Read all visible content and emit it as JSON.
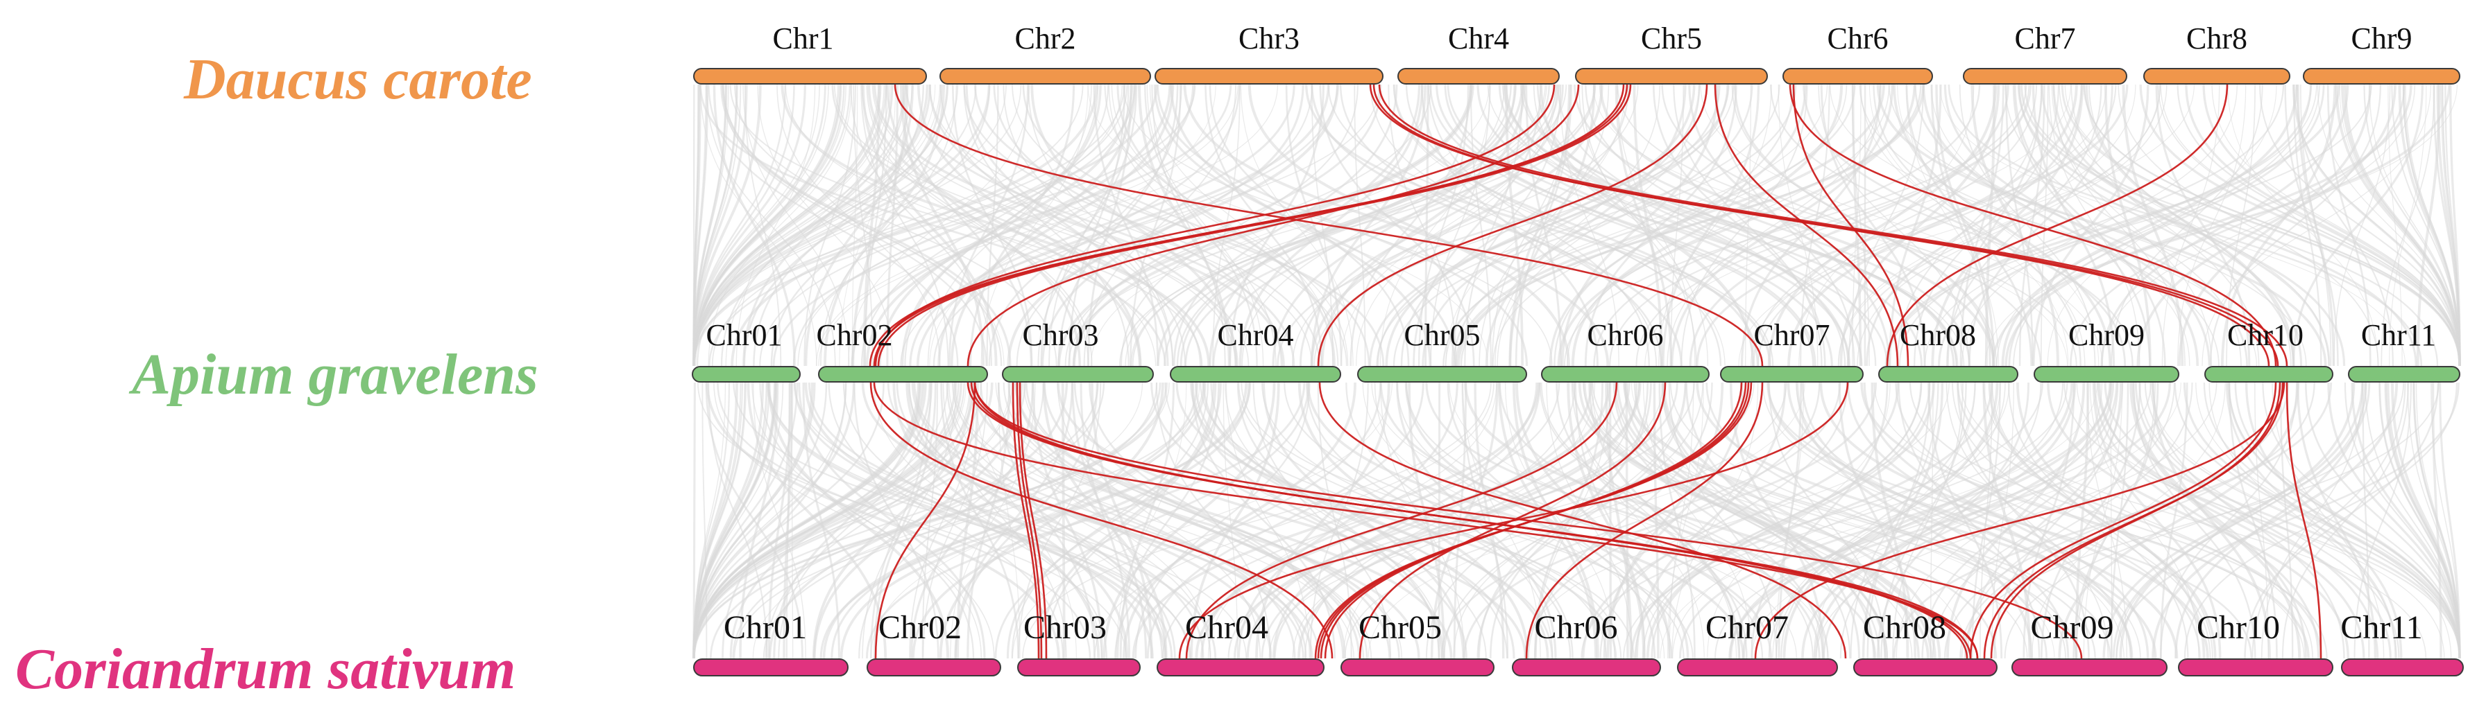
{
  "colors": {
    "background_link": "#d9d9d9",
    "highlight_link": "#cc1f1f",
    "bar_outline": "#3a3a3a"
  },
  "tracks": [
    {
      "id": "daucus",
      "species": "Daucus carote",
      "color": "#f0964b",
      "chromosomes": [
        "Chr1",
        "Chr2",
        "Chr3",
        "Chr4",
        "Chr5",
        "Chr6",
        "Chr7",
        "Chr8",
        "Chr9"
      ]
    },
    {
      "id": "apium",
      "species": "Apium gravelens",
      "color": "#7fc47a",
      "chromosomes": [
        "Chr01",
        "Chr02",
        "Chr03",
        "Chr04",
        "Chr05",
        "Chr06",
        "Chr07",
        "Chr08",
        "Chr09",
        "Chr10",
        "Chr11"
      ]
    },
    {
      "id": "coriandrum",
      "species": "Coriandrum sativum",
      "color": "#e0337f",
      "chromosomes": [
        "Chr01",
        "Chr02",
        "Chr03",
        "Chr04",
        "Chr05",
        "Chr06",
        "Chr07",
        "Chr08",
        "Chr09",
        "Chr10",
        "Chr11"
      ]
    }
  ]
}
